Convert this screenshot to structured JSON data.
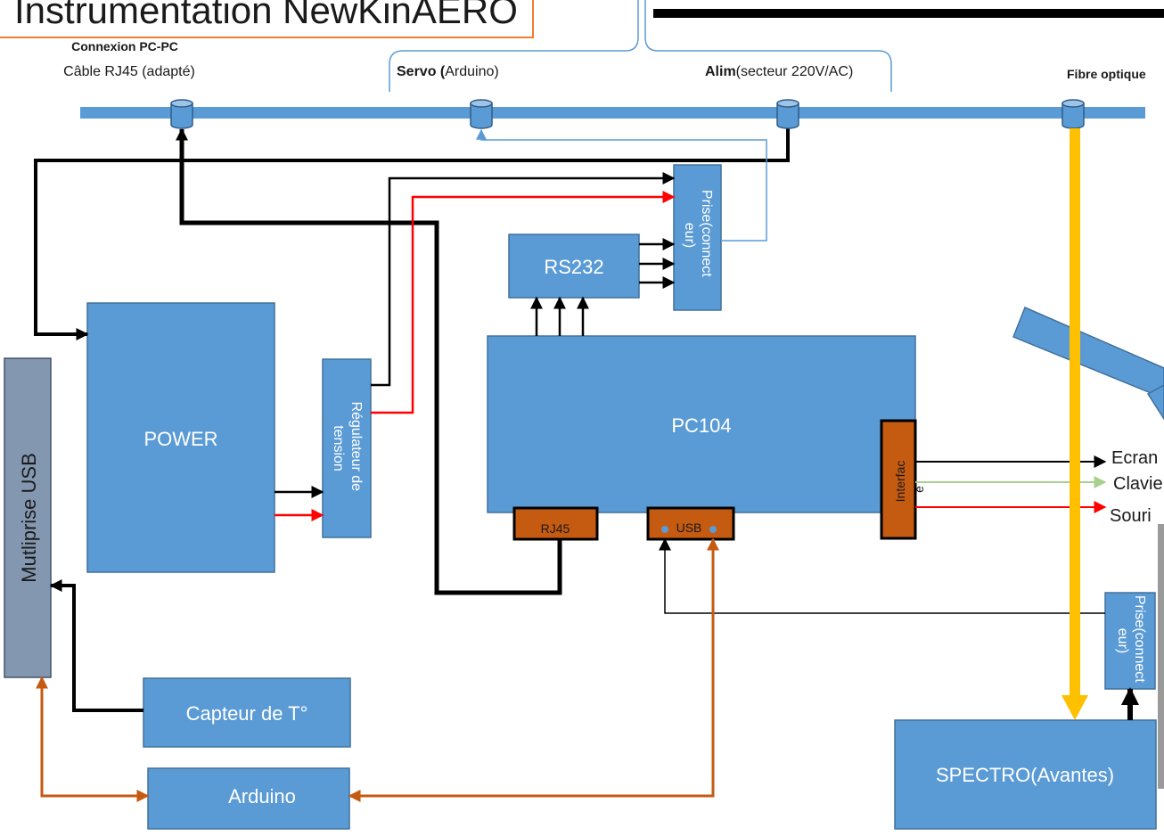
{
  "title": "Instrumentation NewKinAERO",
  "labels": {
    "connexion_title": "Connexion PC-PC",
    "connexion_cable": "Câble RJ45 (adapté)",
    "servo_bold": "Servo (",
    "servo_rest": "Arduino)",
    "alim_bold": "Alim",
    "alim_rest": "(secteur 220V/AC)",
    "fibre": "Fibre optique"
  },
  "blocks": {
    "power": "POWER",
    "multiprise": "Mutliprise USB",
    "regulateur": {
      "line1": "Régulateur de",
      "line2": "tension"
    },
    "rs232": "RS232",
    "prise_top": {
      "line1": "Prise(connect",
      "line2": "eur)"
    },
    "pc104": "PC104",
    "rj45": "RJ45",
    "usb": "USB",
    "interface": {
      "line1": "Interfac",
      "line2": "e"
    },
    "capteur": "Capteur de T°",
    "arduino": "Arduino",
    "spectro": "SPECTRO(Avantes)",
    "prise_right": {
      "line1": "Prise(connect",
      "line2": "eur)"
    }
  },
  "peripherals": {
    "ecran": "Ecran",
    "clavier": "Clavie",
    "souris": "Souri"
  },
  "colors": {
    "block_blue": "#5b9bd5",
    "block_gray": "#8497b0",
    "connector_orange": "#c55a11",
    "fibre_yellow": "#ffc000",
    "line_red": "#ff0000",
    "line_green": "#a9d18e",
    "line_orange": "#c55a11",
    "title_border": "#ed7d31"
  }
}
